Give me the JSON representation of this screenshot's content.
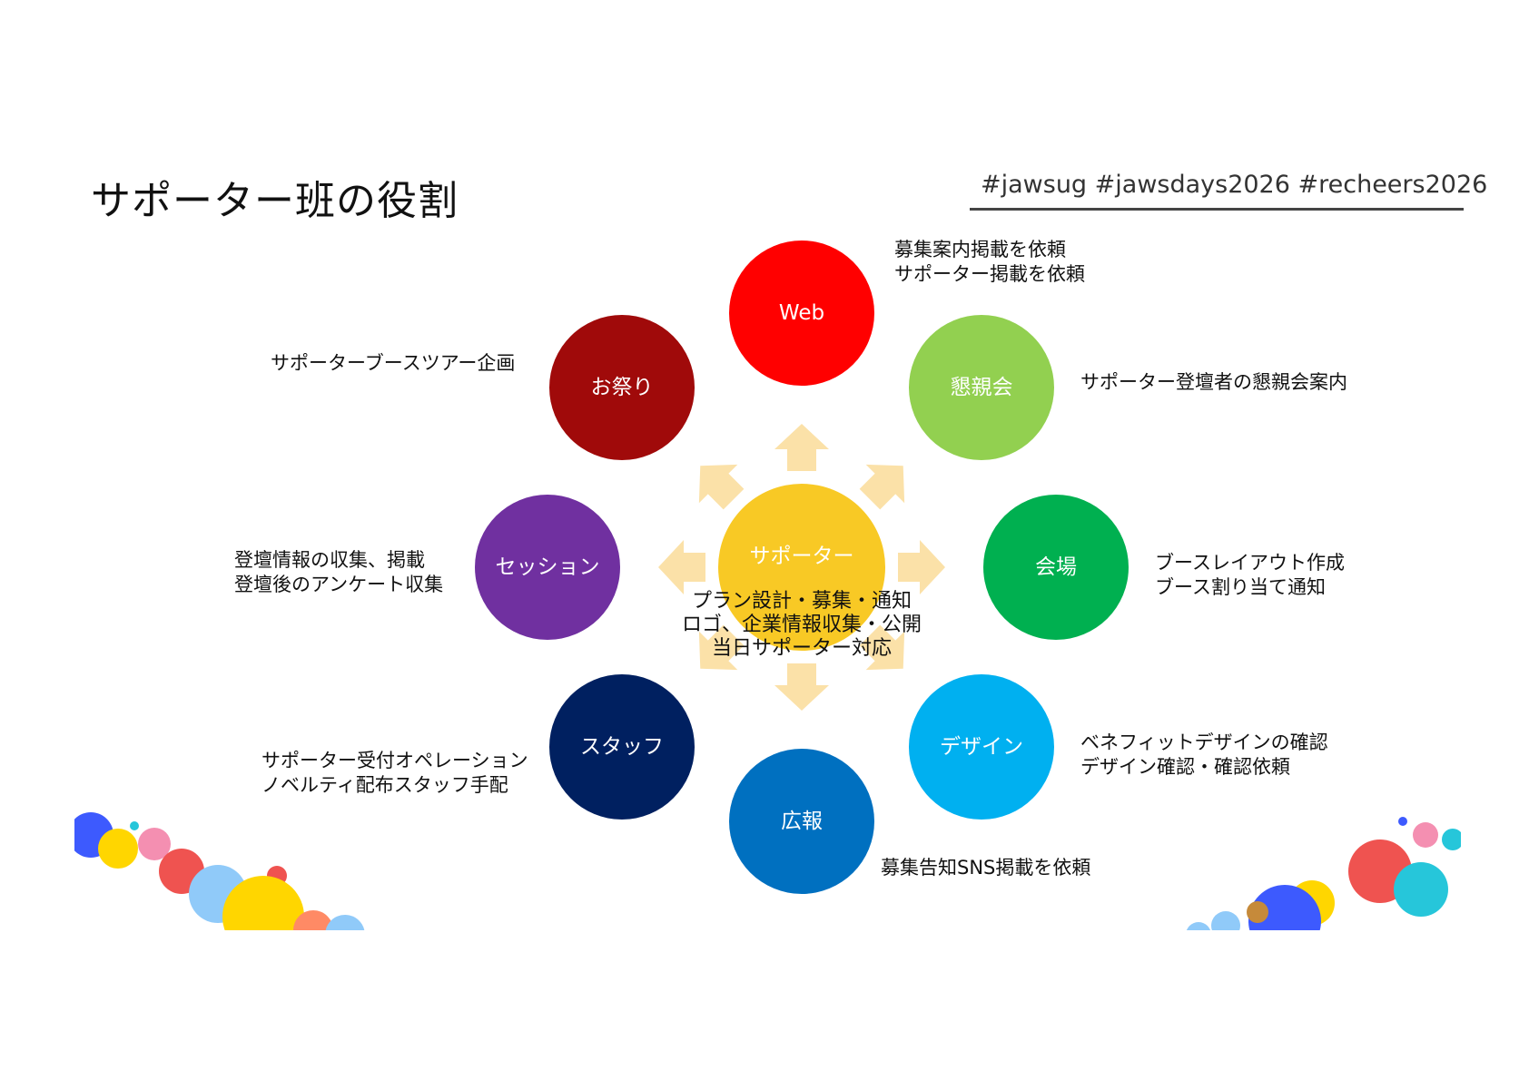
{
  "title": "サポーター班の役割",
  "hashtags": "#jawsug #jawsdays2026 #recheers2026",
  "center": {
    "label": "サポーター",
    "color": "#F8C925",
    "tasks": [
      "プラン設計・募集・通知",
      "ロゴ、企業情報収集・公開",
      "当日サポーター対応"
    ]
  },
  "arrow_color": "#FBE1A8",
  "teams": [
    {
      "label": "Web",
      "color": "#FF0000",
      "tasks": [
        "募集案内掲載を依頼",
        "サポーター掲載を依頼"
      ]
    },
    {
      "label": "懇親会",
      "color": "#92D050",
      "tasks": [
        "サポーター登壇者の懇親会案内"
      ]
    },
    {
      "label": "会場",
      "color": "#00B050",
      "tasks": [
        "ブースレイアウト作成",
        "ブース割り当て通知"
      ]
    },
    {
      "label": "デザイン",
      "color": "#00B0F0",
      "tasks": [
        "ベネフィットデザインの確認",
        "デザイン確認・確認依頼"
      ]
    },
    {
      "label": "広報",
      "color": "#0070C0",
      "tasks": [
        "募集告知SNS掲載を依頼"
      ]
    },
    {
      "label": "スタッフ",
      "color": "#002060",
      "tasks": [
        "サポーター受付オペレーション",
        "ノベルティ配布スタッフ手配"
      ]
    },
    {
      "label": "セッション",
      "color": "#7030A0",
      "tasks": [
        "登壇情報の収集、掲載",
        "登壇後のアンケート収集"
      ]
    },
    {
      "label": "お祭り",
      "color": "#A00A0A",
      "tasks": [
        "サポーターブースツアー企画"
      ]
    }
  ]
}
